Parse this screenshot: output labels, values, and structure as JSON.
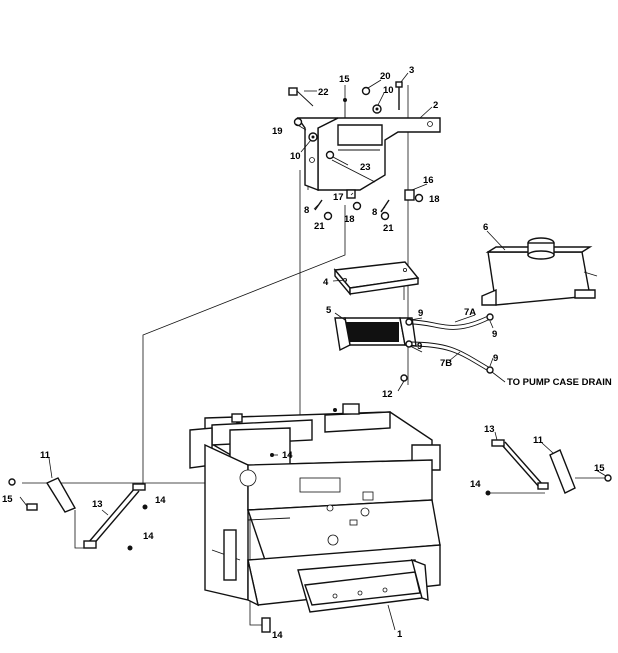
{
  "callouts": {
    "c1": "1",
    "c2": "2",
    "c3": "3",
    "c4": "4",
    "c5": "5",
    "c6": "6",
    "c7a": "7A",
    "c7b": "7B",
    "c8a": "8",
    "c8b": "8",
    "c9a": "9",
    "c9b": "9",
    "c9c": "9",
    "c9d": "9",
    "c10a": "10",
    "c10b": "10",
    "c11a": "11",
    "c11b": "11",
    "c12": "12",
    "c13a": "13",
    "c13b": "13",
    "c14a": "14",
    "c14b": "14",
    "c14c": "14",
    "c14d": "14",
    "c14e": "14",
    "c15a": "15",
    "c15b": "15",
    "c15c": "15",
    "c16": "16",
    "c17": "17",
    "c18a": "18",
    "c18b": "18",
    "c19": "19",
    "c20": "20",
    "c21a": "21",
    "c21b": "21",
    "c22": "22",
    "c23": "23"
  },
  "notes": {
    "pump_case_drain": "TO PUMP CASE DRAIN"
  }
}
